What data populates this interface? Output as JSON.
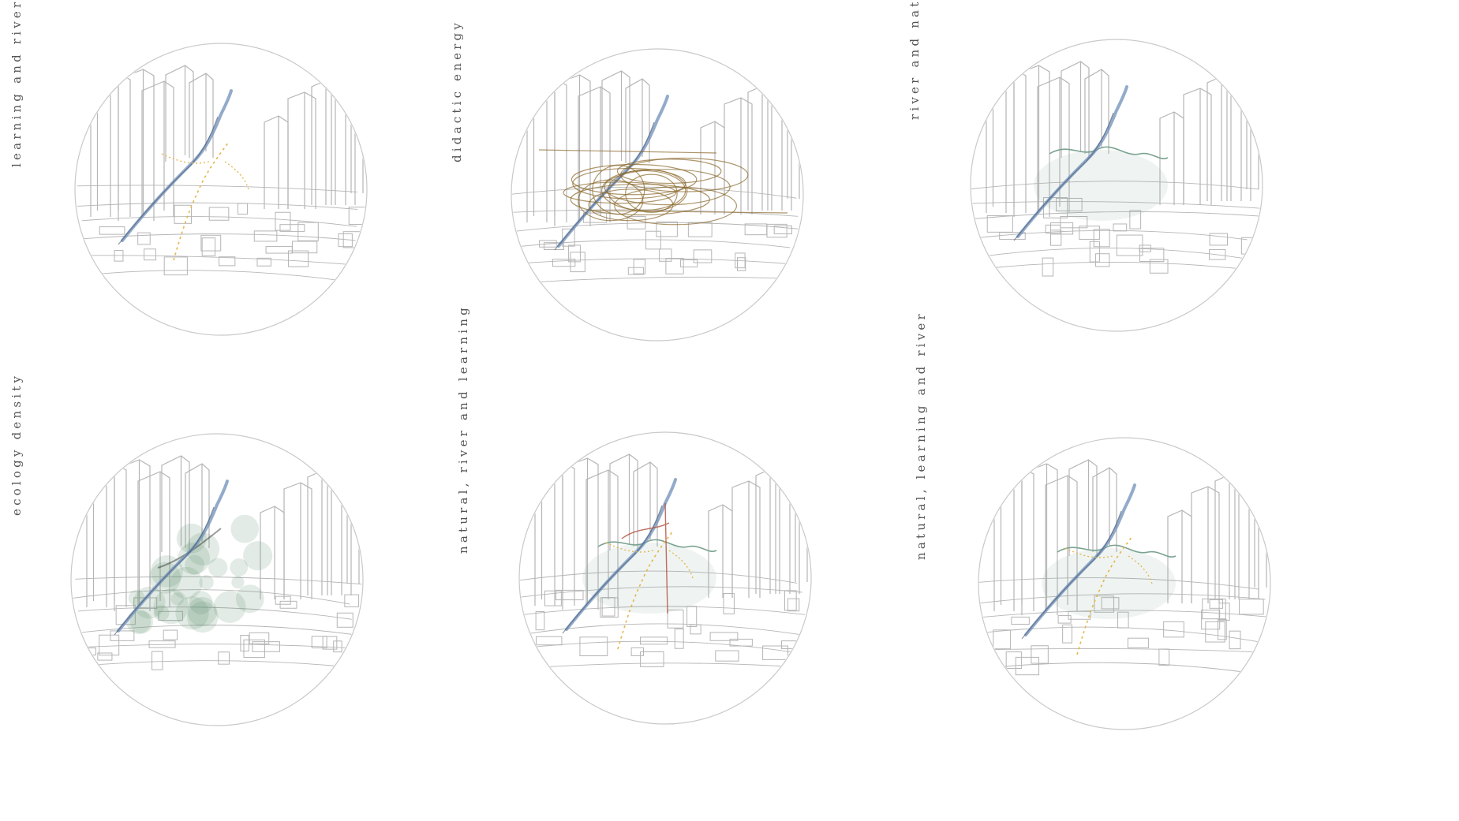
{
  "colors": {
    "circle_stroke": "#c9c9c9",
    "building_stroke": "#b5b5b5",
    "river": "#6f8fb8",
    "learning": "#e4b548",
    "energy": "#8a6a2e",
    "ecology": "#5e8f6f",
    "natural_path": "#7aa390",
    "connection_red": "#b04a3a"
  },
  "panels": [
    {
      "id": "p1",
      "label": "learning and river",
      "layers": [
        "river",
        "learning"
      ]
    },
    {
      "id": "p2",
      "label": "didactic energy",
      "layers": [
        "river",
        "energy"
      ]
    },
    {
      "id": "p3",
      "label": "river and natural",
      "layers": [
        "river",
        "natural"
      ]
    },
    {
      "id": "p4",
      "label": "ecology density",
      "layers": [
        "river",
        "ecology"
      ]
    },
    {
      "id": "p5",
      "label": "natural, river and learning",
      "layers": [
        "river",
        "natural",
        "learning"
      ]
    },
    {
      "id": "p6",
      "label": "natural, learning and river",
      "layers": [
        "river",
        "natural",
        "learning"
      ]
    }
  ]
}
